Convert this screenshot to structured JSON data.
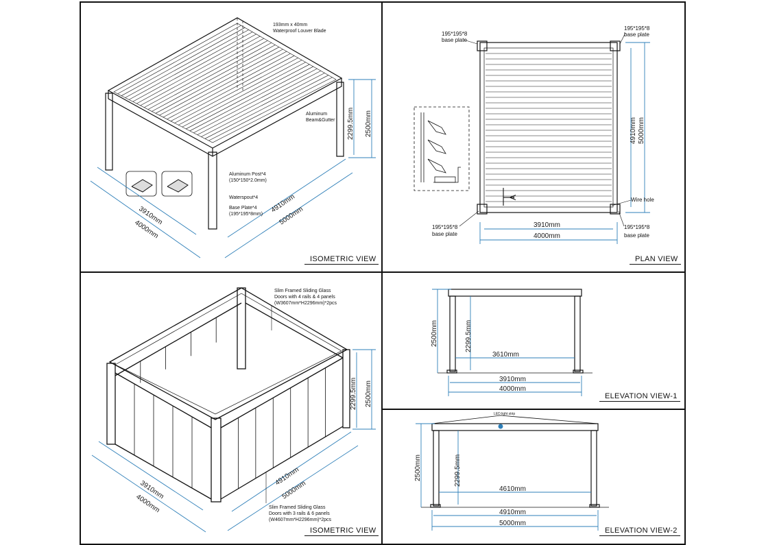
{
  "colors": {
    "dimension": "#2e7fb8",
    "line": "#111111",
    "panel_rule": "#333333"
  },
  "panels": {
    "iso_top": {
      "title": "ISOMETRIC VIEW",
      "labels": {
        "blade": "193mm x 40mm",
        "blade2": "Waterproof Louver Blade",
        "beam": "Aluminum",
        "beam2": "Beam&Gutter",
        "post": "Aluminum Post*4",
        "post2": "(150*150*2.0mm)",
        "spout": "Waterspout*4",
        "plate": "Base Plate*4",
        "plate2": "(195*195*8mm)"
      },
      "dims": {
        "w_inner": "3910mm",
        "w_outer": "4000mm",
        "d_inner": "4910mm",
        "d_outer": "5000mm",
        "h_inner": "2299.5mm",
        "h_outer": "2500mm"
      }
    },
    "plan": {
      "title": "PLAN VIEW",
      "labels": {
        "tl": "195*195*8",
        "tl2": "base plate",
        "tr": "195*195*8",
        "tr2": "base plate",
        "bl": "195*195*8",
        "bl2": "base plate",
        "br": "195*195*8",
        "br2": "base plate",
        "wire": "Wire hole",
        "section": "A"
      },
      "dims": {
        "w_inner": "3910mm",
        "w_outer": "4000mm",
        "d_inner": "4910mm",
        "d_outer": "5000mm"
      }
    },
    "iso_bottom": {
      "title": "ISOMETRIC VIEW",
      "labels": {
        "door1a": "Slim Framed Sliding Glass",
        "door1b": "Doors with 4 rails & 4 panels",
        "door1c": "(W3607mm*H2296mm)*2pcs",
        "door2a": "Slim Framed Sliding Glass",
        "door2b": "Doors with 3 rails & 6 panels",
        "door2c": "(W4607mm*H2296mm)*2pcs"
      },
      "dims": {
        "w_inner": "3910mm",
        "w_outer": "4000mm",
        "d_inner": "4910mm",
        "d_outer": "5000mm",
        "h_inner": "2299.5mm",
        "h_outer": "2500mm"
      }
    },
    "elev1": {
      "title": "ELEVATION VIEW-1",
      "dims": {
        "h_outer": "2500mm",
        "h_inner": "2299.5mm",
        "clear": "3610mm",
        "w_inner": "3910mm",
        "w_outer": "4000mm"
      }
    },
    "elev2": {
      "title": "ELEVATION VIEW-2",
      "labels": {
        "led": "LED light strip"
      },
      "dims": {
        "h_outer": "2500mm",
        "h_inner": "2299.5mm",
        "clear": "4610mm",
        "w_inner": "4910mm",
        "w_outer": "5000mm"
      }
    }
  }
}
